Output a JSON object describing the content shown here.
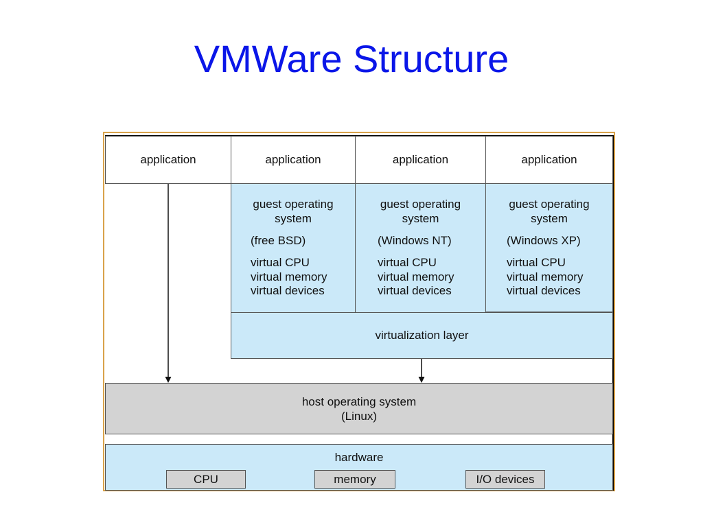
{
  "title": "VMWare Structure",
  "applications": [
    "application",
    "application",
    "application",
    "application"
  ],
  "guests": [
    {
      "heading": [
        "guest operating",
        "system"
      ],
      "os": "(free BSD)",
      "resources": [
        "virtual CPU",
        "virtual memory",
        "virtual devices"
      ]
    },
    {
      "heading": [
        "guest operating",
        "system"
      ],
      "os": "(Windows NT)",
      "resources": [
        "virtual CPU",
        "virtual memory",
        "virtual devices"
      ]
    },
    {
      "heading": [
        "guest operating",
        "system"
      ],
      "os": "(Windows XP)",
      "resources": [
        "virtual CPU",
        "virtual memory",
        "virtual devices"
      ]
    }
  ],
  "virtualization_layer": "virtualization layer",
  "host": {
    "line1": "host operating system",
    "line2": "(Linux)"
  },
  "hardware": {
    "label": "hardware",
    "components": [
      "CPU",
      "memory",
      "I/O devices"
    ]
  },
  "colors": {
    "title": "#0a16e8",
    "frame": "#d9a24a",
    "guest_fill": "#cbe9f9",
    "host_fill": "#d3d3d3"
  }
}
